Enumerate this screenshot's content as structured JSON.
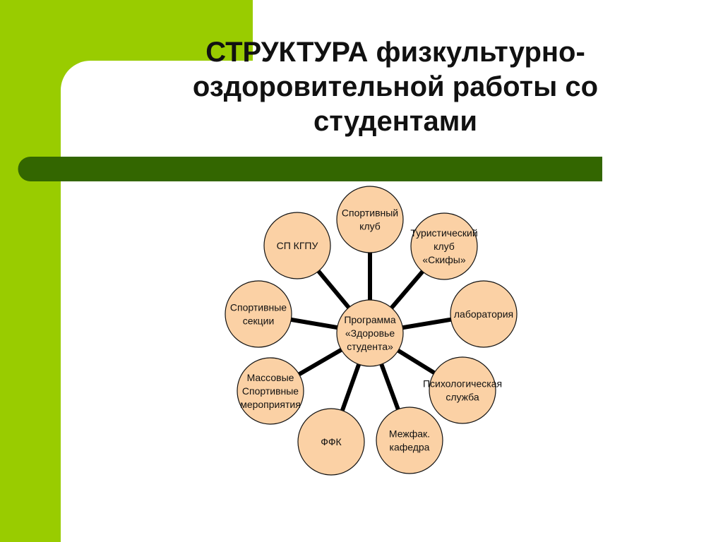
{
  "title": "СТРУКТУРА физкультурно-оздоровительной работы со студентами",
  "colors": {
    "accent_green": "#99cc00",
    "bar_green": "#336600",
    "node_fill": "#fbd1a5",
    "node_stroke": "#111111",
    "connector": "#000000"
  },
  "diagram": {
    "center": {
      "lines": [
        "Программа",
        "«Здоровье",
        "студента»"
      ]
    },
    "nodes": [
      {
        "id": "sport-club",
        "lines": [
          "Спортивный",
          "клуб"
        ]
      },
      {
        "id": "tourist-club",
        "lines": [
          "Туристический",
          "клуб",
          "«Скифы»"
        ]
      },
      {
        "id": "laboratory",
        "lines": [
          "лаборатория"
        ]
      },
      {
        "id": "psych-service",
        "lines": [
          "Психологическая",
          "служба"
        ]
      },
      {
        "id": "interfac-dept",
        "lines": [
          "Межфак.",
          "кафедра"
        ]
      },
      {
        "id": "ffk",
        "lines": [
          "ФФК"
        ]
      },
      {
        "id": "mass-events",
        "lines": [
          "Массовые",
          "Спортивные",
          "мероприятия"
        ]
      },
      {
        "id": "sport-sections",
        "lines": [
          "Спортивные",
          "секции"
        ]
      },
      {
        "id": "sp-kgpu",
        "lines": [
          "СП КГПУ"
        ]
      }
    ]
  }
}
